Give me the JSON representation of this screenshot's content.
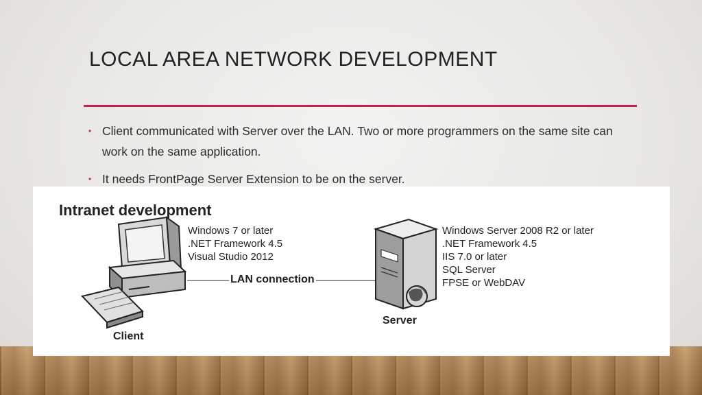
{
  "slide": {
    "title": "LOCAL AREA NETWORK DEVELOPMENT",
    "bullets": [
      "Client communicated with Server over the LAN. Two or more programmers on the same site can work on the same application.",
      "It needs FrontPage Server Extension to be on the server."
    ]
  },
  "figure": {
    "title": "Intranet development",
    "client_specs": [
      "Windows 7 or later",
      ".NET Framework 4.5",
      "Visual Studio 2012"
    ],
    "server_specs": [
      "Windows Server 2008 R2 or later",
      ".NET Framework 4.5",
      "IIS 7.0 or later",
      "SQL Server",
      "FPSE or WebDAV"
    ],
    "connection_label": "LAN connection",
    "client_label": "Client",
    "server_label": "Server"
  },
  "colors": {
    "accent": "#c0254a"
  }
}
